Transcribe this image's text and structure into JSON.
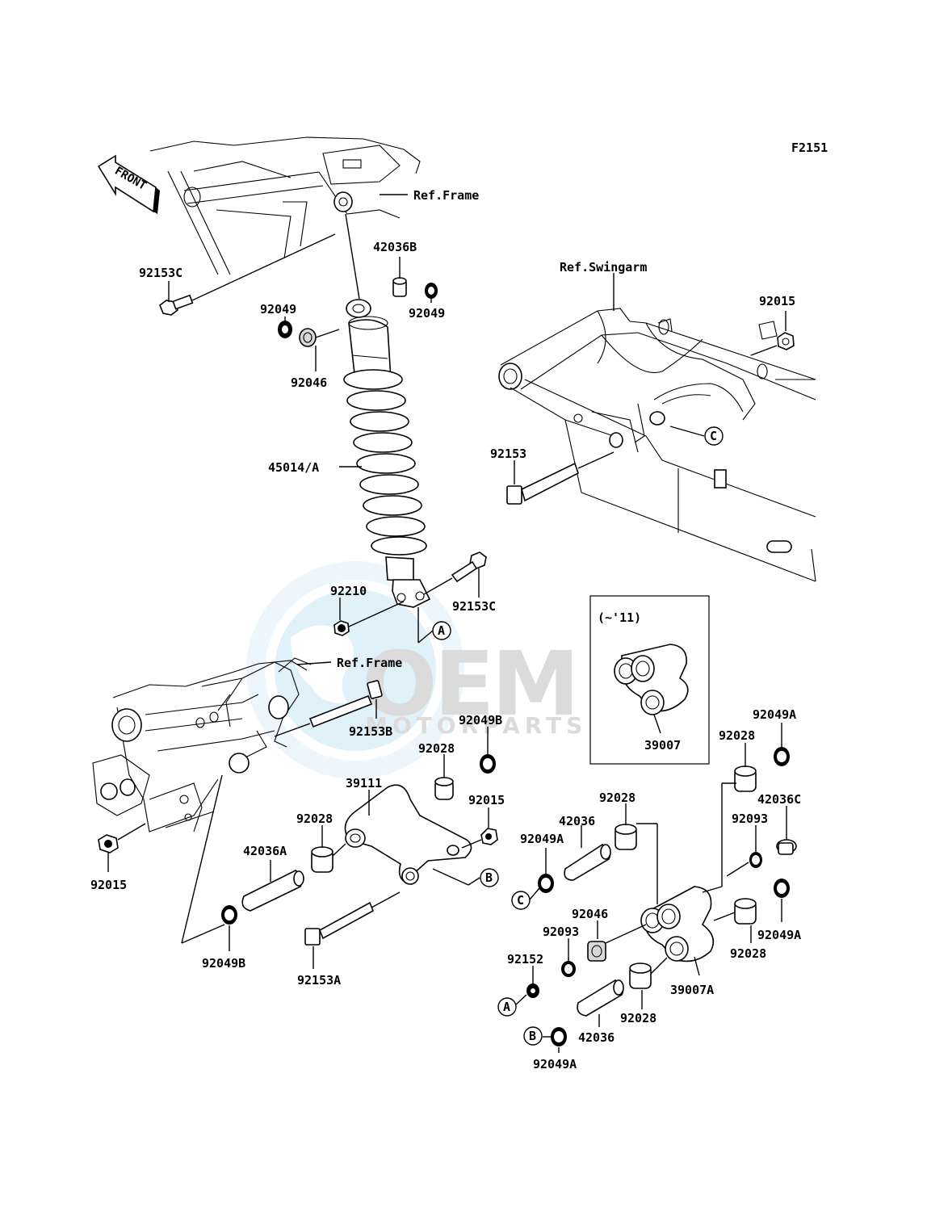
{
  "figure_code": "F2151",
  "front_label": "FRONT",
  "inset_label": "(~'11)",
  "watermark": {
    "logo": "OEM",
    "sub": "MOTORPARTS"
  },
  "callouts": [
    "A",
    "B",
    "C"
  ],
  "labels": {
    "ref_frame_top": "Ref.Frame",
    "ref_frame_mid": "Ref.Frame",
    "ref_swingarm": "Ref.Swingarm",
    "p92153C_a": "92153C",
    "p42036B": "42036B",
    "p92049_a": "92049",
    "p92049_b": "92049",
    "p92046_a": "92046",
    "p45014A": "45014/A",
    "p92015_a": "92015",
    "p92153": "92153",
    "p92210": "92210",
    "p92153C_b": "92153C",
    "p92153B": "92153B",
    "p92049B_a": "92049B",
    "p39007": "39007",
    "p92049A_a": "92049A",
    "p92028_a": "92028",
    "p92028_b": "92028",
    "p39111": "39111",
    "p92015_b": "92015",
    "p92028_c": "92028",
    "p42036A": "42036A",
    "p92015_c": "92015",
    "p42036_a": "42036",
    "p92049A_b": "92049A",
    "p92028_d": "92028",
    "p42036C": "42036C",
    "p92093_a": "92093",
    "p92049A_c": "92049A",
    "p92046_b": "92046",
    "p92093_b": "92093",
    "p92152": "92152",
    "p92028_e": "92028",
    "p39007A": "39007A",
    "p92028_f": "92028",
    "p42036_b": "42036",
    "p92049A_d": "92049A",
    "p92049B_b": "92049B",
    "p92153A": "92153A"
  }
}
